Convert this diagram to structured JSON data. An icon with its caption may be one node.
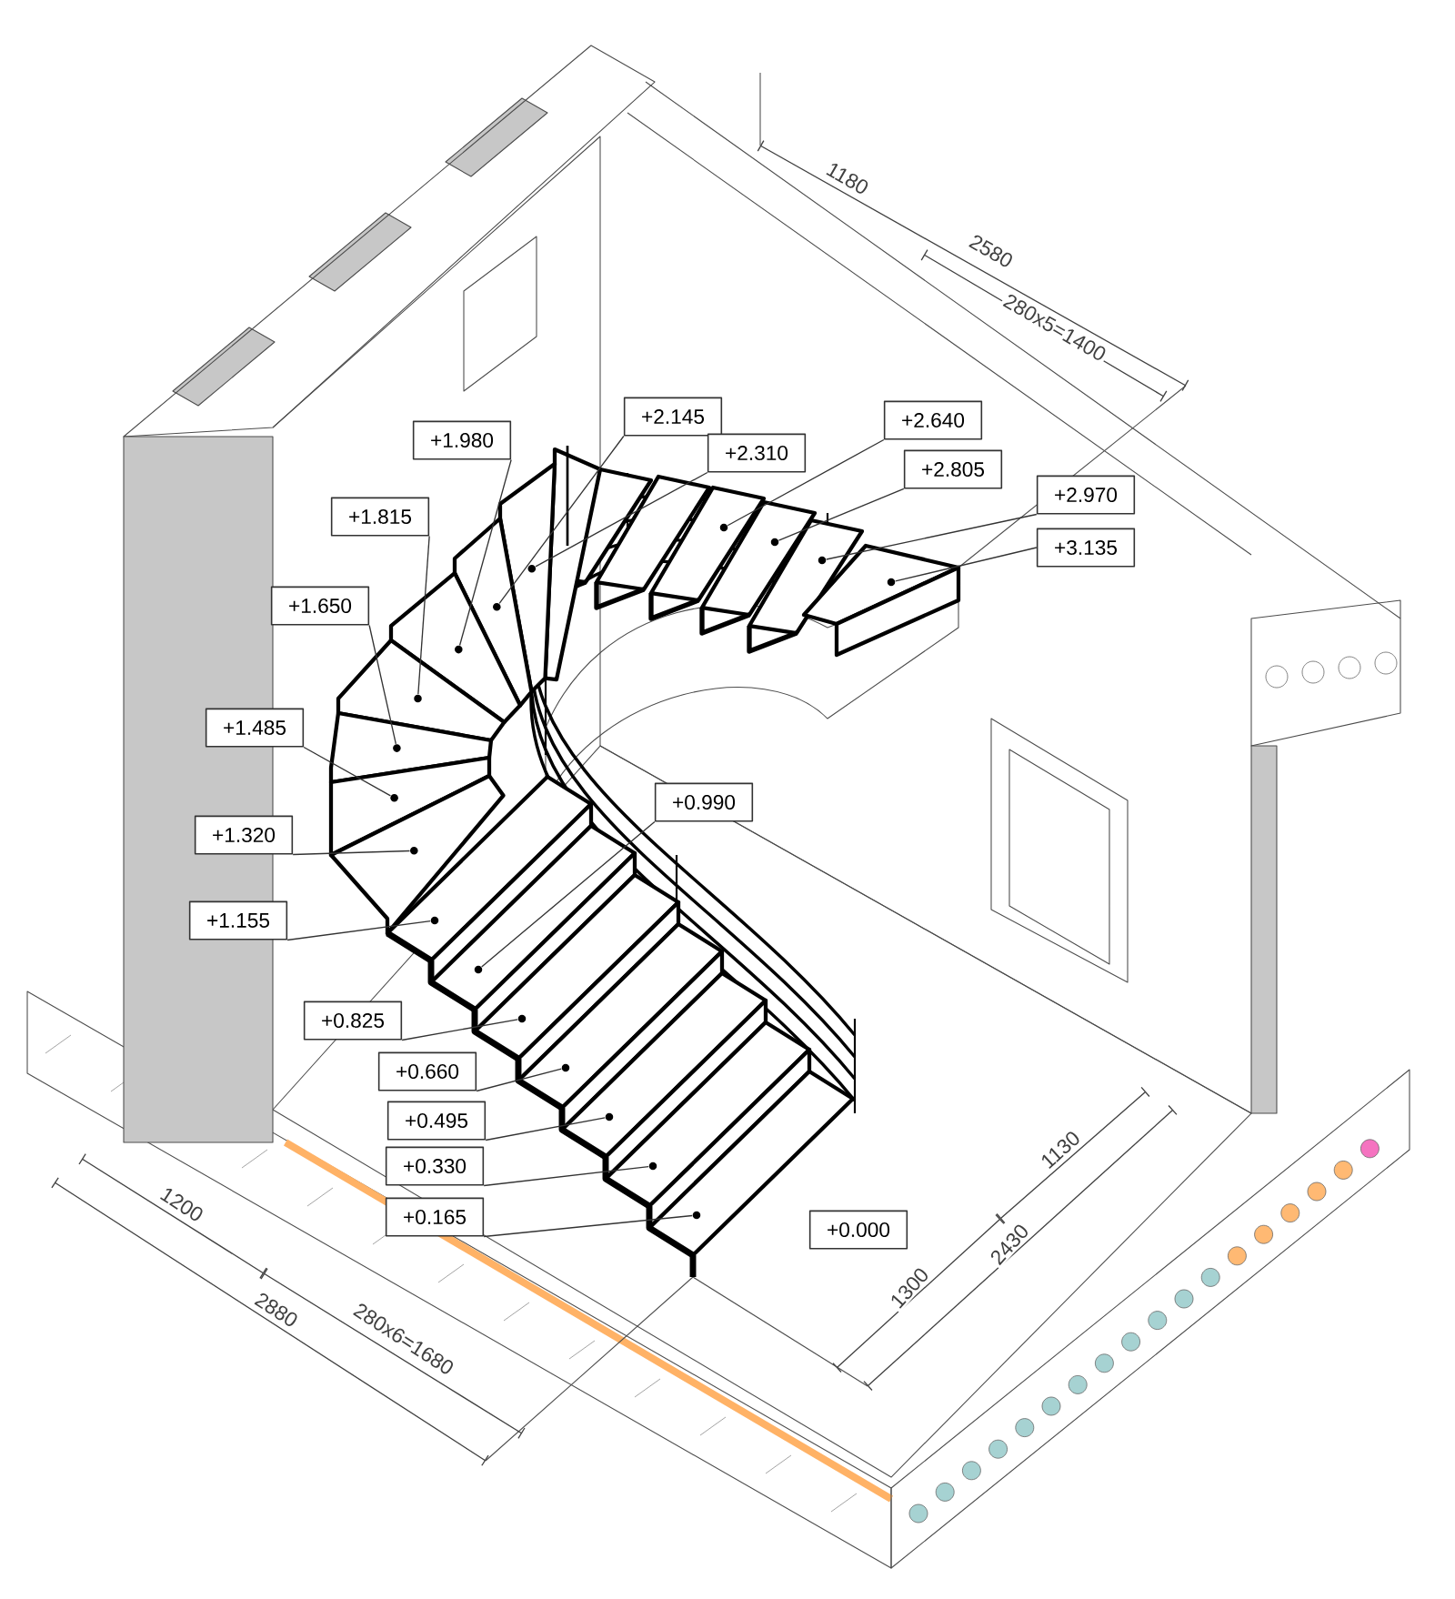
{
  "diagram": {
    "nodes": [
      {
        "text": [
          "+2.145"
        ]
      },
      {
        "text": [
          "+2.640"
        ]
      },
      {
        "text": [
          "+1.980"
        ]
      },
      {
        "text": [
          "+2.310"
        ]
      },
      {
        "text": [
          "+2.805"
        ]
      },
      {
        "text": [
          "+1.815"
        ]
      },
      {
        "text": [
          "+2.970"
        ]
      },
      {
        "text": [
          "+3.135"
        ]
      },
      {
        "text": [
          "+1.650"
        ]
      },
      {
        "text": [
          "+1.485"
        ]
      },
      {
        "text": [
          "+0.990"
        ]
      },
      {
        "text": [
          "+1.320"
        ]
      },
      {
        "text": [
          "+1.155"
        ]
      },
      {
        "text": [
          "+0.825"
        ]
      },
      {
        "text": [
          "+0.660"
        ]
      },
      {
        "text": [
          "+0.495"
        ]
      },
      {
        "text": [
          "+0.330"
        ]
      },
      {
        "text": [
          "+0.165"
        ]
      },
      {
        "text": [
          "+0.000"
        ]
      },
      {
        "text": [],
        "shape": "step"
      },
      {
        "text": [],
        "shape": "step"
      },
      {
        "text": [],
        "shape": "step"
      },
      {
        "text": [],
        "shape": "step"
      },
      {
        "text": [],
        "shape": "step"
      },
      {
        "text": [],
        "shape": "step"
      },
      {
        "text": [],
        "shape": "step"
      },
      {
        "text": [],
        "shape": "step"
      },
      {
        "text": [],
        "shape": "step"
      },
      {
        "text": [],
        "shape": "step"
      },
      {
        "text": [],
        "shape": "step"
      },
      {
        "text": [],
        "shape": "step"
      },
      {
        "text": [],
        "shape": "step"
      },
      {
        "text": [],
        "shape": "step"
      },
      {
        "text": [],
        "shape": "step"
      },
      {
        "text": [],
        "shape": "step"
      },
      {
        "text": [],
        "shape": "step"
      },
      {
        "text": [],
        "shape": "step"
      }
    ],
    "edges": [
      {
        "from": 0,
        "to": 24,
        "arrow": "none"
      },
      {
        "from": 1,
        "to": 22,
        "arrow": "none"
      },
      {
        "from": 2,
        "to": 25,
        "arrow": "none"
      },
      {
        "from": 3,
        "to": 23,
        "arrow": "none"
      },
      {
        "from": 4,
        "to": 21,
        "arrow": "none"
      },
      {
        "from": 5,
        "to": 26,
        "arrow": "none"
      },
      {
        "from": 6,
        "to": 20,
        "arrow": "none"
      },
      {
        "from": 7,
        "to": 19,
        "arrow": "none"
      },
      {
        "from": 8,
        "to": 27,
        "arrow": "none"
      },
      {
        "from": 9,
        "to": 28,
        "arrow": "none"
      },
      {
        "from": 10,
        "to": 31,
        "arrow": "none"
      },
      {
        "from": 11,
        "to": 29,
        "arrow": "none"
      },
      {
        "from": 12,
        "to": 30,
        "arrow": "none"
      },
      {
        "from": 13,
        "to": 32,
        "arrow": "none"
      },
      {
        "from": 14,
        "to": 33,
        "arrow": "none"
      },
      {
        "from": 15,
        "to": 34,
        "arrow": "none"
      },
      {
        "from": 16,
        "to": 35,
        "arrow": "none"
      },
      {
        "from": 17,
        "to": 36,
        "arrow": "none"
      }
    ],
    "labels": [
      "1180",
      "2580",
      "280x5=1400",
      "1200",
      "2880",
      "280x6=1680",
      "1130",
      "2430",
      "1300"
    ]
  }
}
